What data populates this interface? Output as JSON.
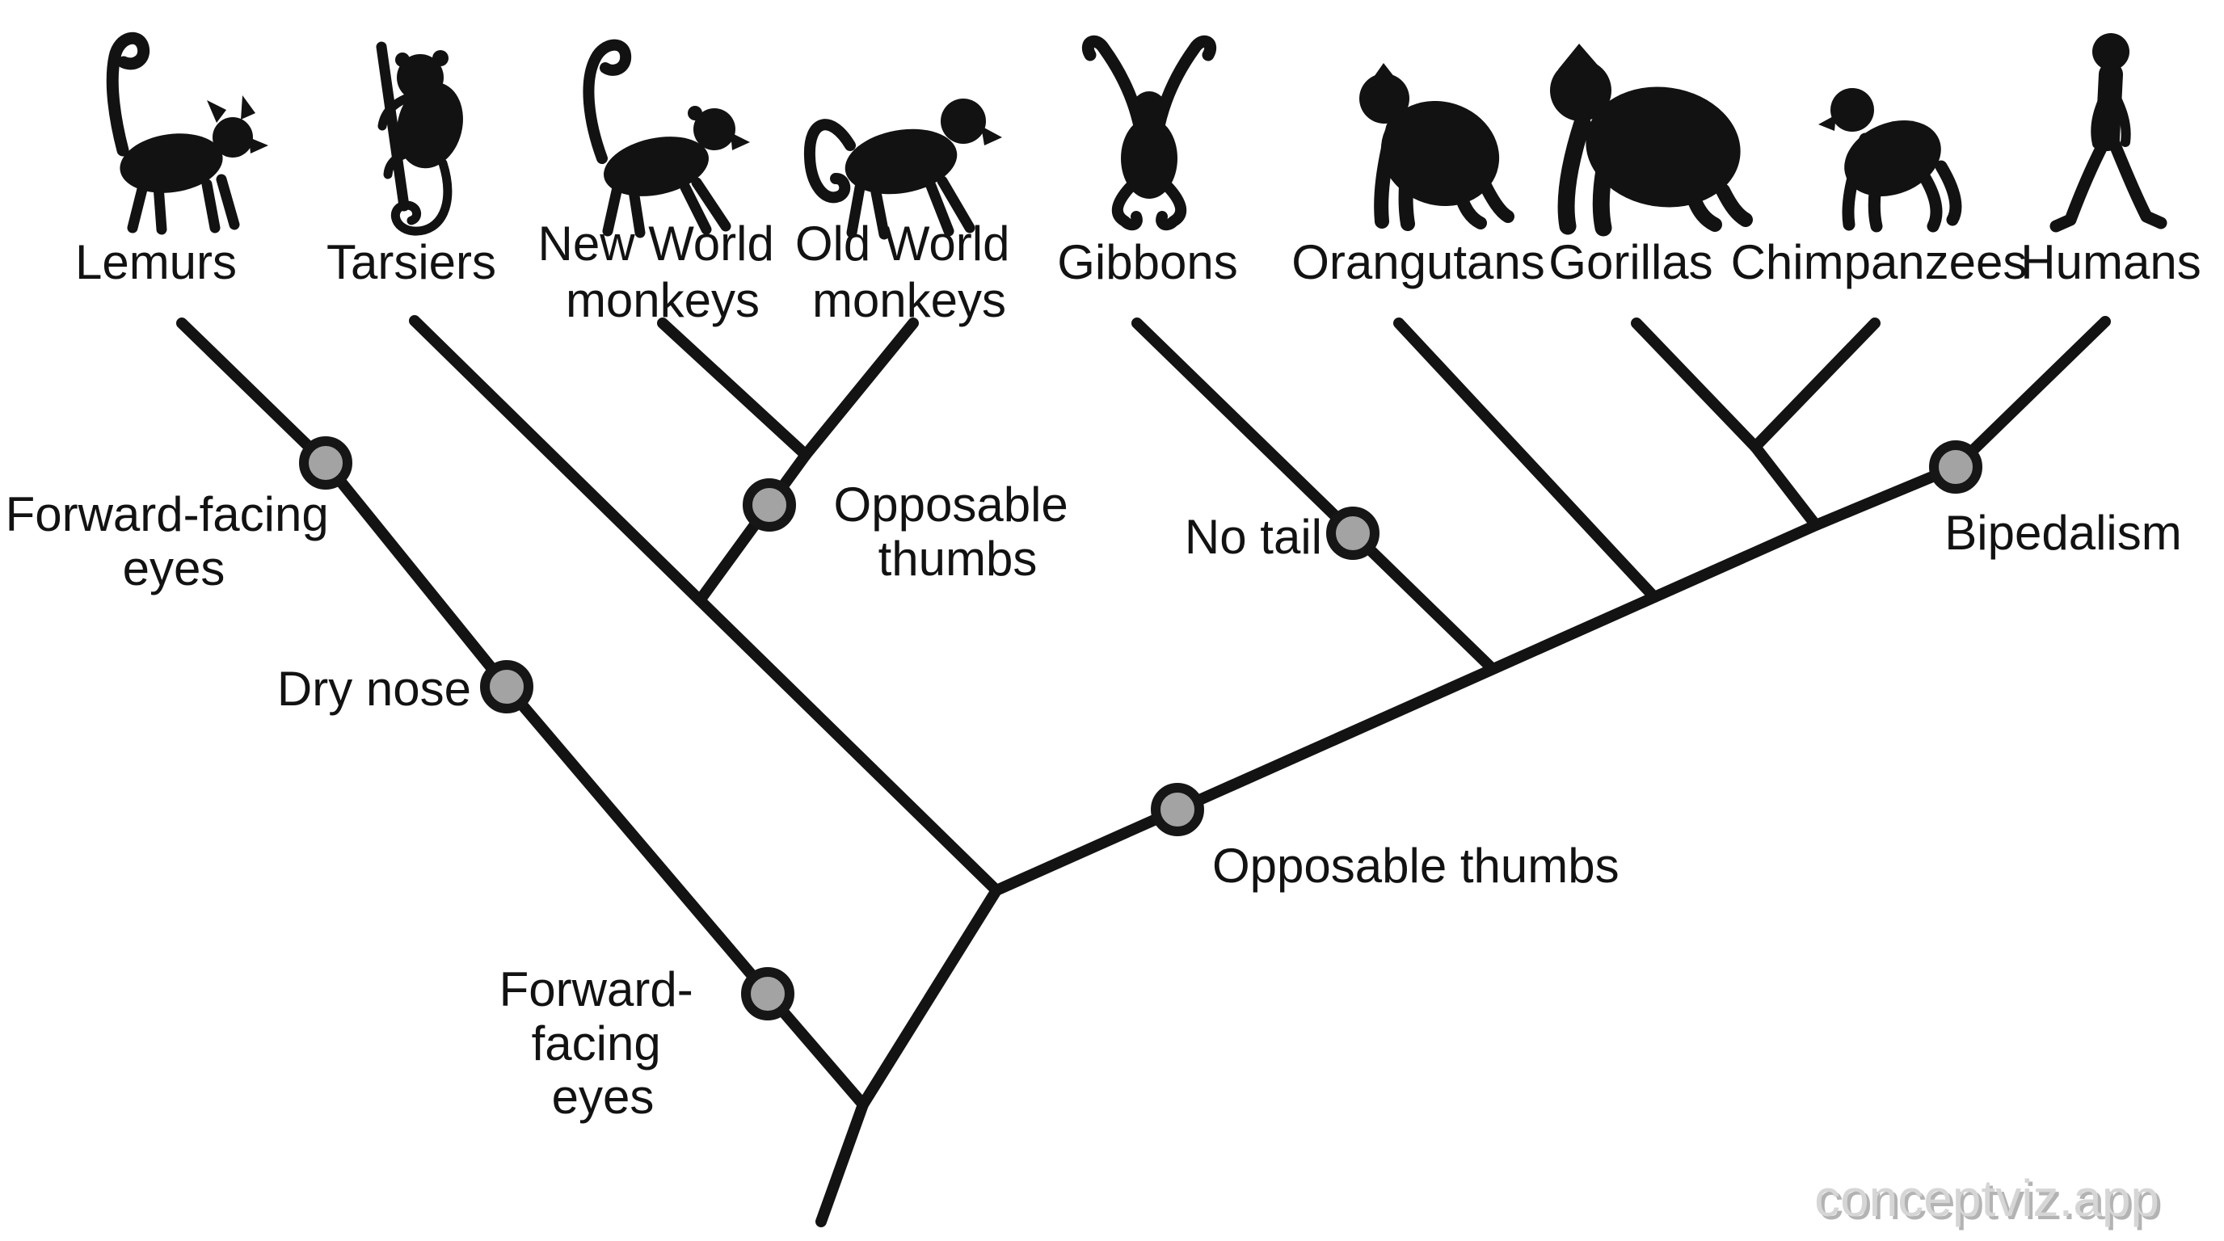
{
  "diagram_type": "cladogram",
  "watermark": "conceptviz.app",
  "taxa": [
    {
      "label": "Lemurs",
      "lines": [
        "Lemurs"
      ]
    },
    {
      "label": "Tarsiers",
      "lines": [
        "Tarsiers"
      ]
    },
    {
      "label": "New World monkeys",
      "lines": [
        "New World",
        "monkeys"
      ]
    },
    {
      "label": "Old World monkeys",
      "lines": [
        "Old World",
        "monkeys"
      ]
    },
    {
      "label": "Gibbons",
      "lines": [
        "Gibbons"
      ]
    },
    {
      "label": "Orangutans",
      "lines": [
        "Orangutans"
      ]
    },
    {
      "label": "Gorillas",
      "lines": [
        "Gorillas"
      ]
    },
    {
      "label": "Chimpanzees",
      "lines": [
        "Chimpanzees"
      ]
    },
    {
      "label": "Humans",
      "lines": [
        "Humans"
      ]
    }
  ],
  "traits": [
    {
      "label": "Forward-facing eyes",
      "lines": [
        "Forward-facing",
        "eyes"
      ],
      "position": "upper lemur branch"
    },
    {
      "label": "Dry nose",
      "lines": [
        "Dry nose"
      ],
      "position": "middle lemur branch"
    },
    {
      "label": "Opposable thumbs",
      "lines": [
        "Opposable",
        "thumbs"
      ],
      "position": "monkey clade stem"
    },
    {
      "label": "No tail",
      "lines": [
        "No tail"
      ],
      "position": "gibbon branch"
    },
    {
      "label": "Opposable thumbs",
      "lines": [
        "Opposable thumbs"
      ],
      "position": "main stem"
    },
    {
      "label": "Bipedalism",
      "lines": [
        "Bipedalism"
      ],
      "position": "human branch"
    },
    {
      "label": "Forward-facing eyes",
      "lines": [
        "Forward-",
        "facing",
        "eyes"
      ],
      "position": "lower branch near root"
    }
  ],
  "colors": {
    "background": "#ffffff",
    "line": "#131313",
    "node_fill": "#a3a3a3",
    "node_stroke": "#161616",
    "watermark": "#d6d6d6"
  }
}
